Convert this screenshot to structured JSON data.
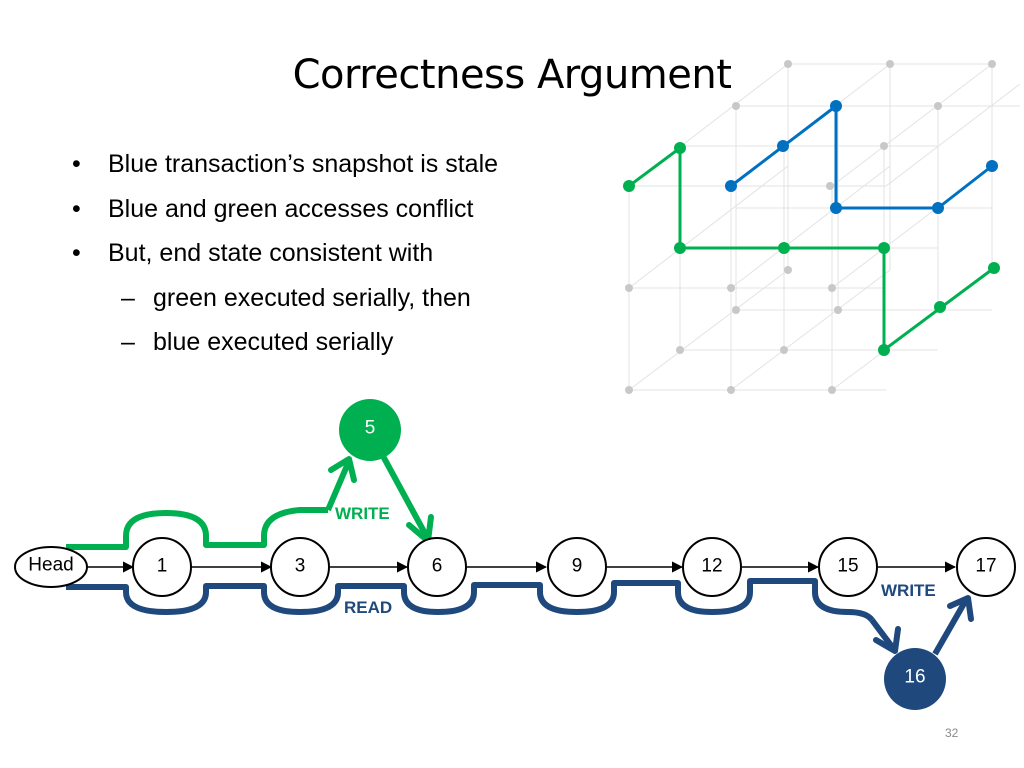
{
  "slide": {
    "title": "Correctness Argument",
    "page_number": "32"
  },
  "bullets": [
    {
      "level": 1,
      "marker": "•",
      "text": "Blue transaction’s snapshot is stale"
    },
    {
      "level": 1,
      "marker": "•",
      "text": "Blue and green accesses conflict"
    },
    {
      "level": 1,
      "marker": "•",
      "text": "But, end state consistent with"
    },
    {
      "level": 2,
      "marker": "–",
      "text": "green executed serially, then"
    },
    {
      "level": 2,
      "marker": "–",
      "text": "blue executed serially"
    }
  ],
  "list_diagram": {
    "head_label": "Head",
    "nodes": [
      "1",
      "3",
      "6",
      "9",
      "12",
      "15",
      "17"
    ],
    "green_node": "5",
    "blue_node": "16",
    "green_write_label": "WRITE",
    "blue_read_label": "READ",
    "blue_write_label": "WRITE"
  },
  "colors": {
    "green": "#00b050",
    "blue": "#0070c0",
    "dark_blue": "#1f497d",
    "grid": "#e3e3e3",
    "grid_dot": "#c8c8c8"
  }
}
